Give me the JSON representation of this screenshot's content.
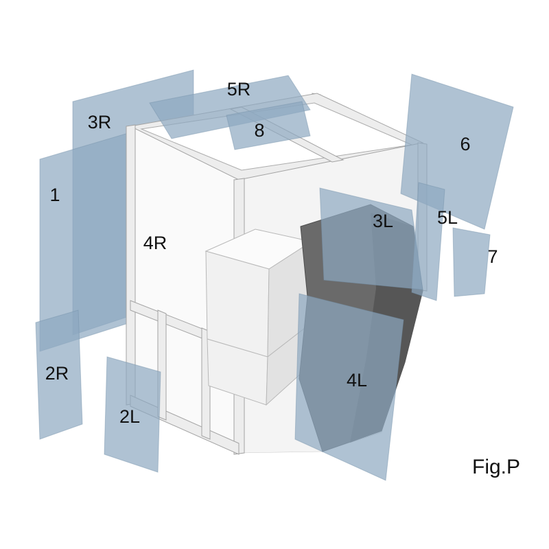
{
  "diagram": {
    "caption": "Fig.P",
    "part_labels": [
      {
        "id": "1",
        "text": "1"
      },
      {
        "id": "2R",
        "text": "2R"
      },
      {
        "id": "2L",
        "text": "2L"
      },
      {
        "id": "3R",
        "text": "3R"
      },
      {
        "id": "3L",
        "text": "3L"
      },
      {
        "id": "4R",
        "text": "4R"
      },
      {
        "id": "4L",
        "text": "4L"
      },
      {
        "id": "5R",
        "text": "5R"
      },
      {
        "id": "5L",
        "text": "5L"
      },
      {
        "id": "6",
        "text": "6"
      },
      {
        "id": "7",
        "text": "7"
      },
      {
        "id": "8",
        "text": "8"
      }
    ]
  },
  "colors": {
    "background": "#ffffff",
    "glass": "#8da8c1",
    "glass_edge": "#7390a9",
    "cab_frame": "#ededed",
    "cab_frame_edge": "#a3a3a3",
    "fender": "#6a6a6a",
    "label_text": "#111111"
  }
}
